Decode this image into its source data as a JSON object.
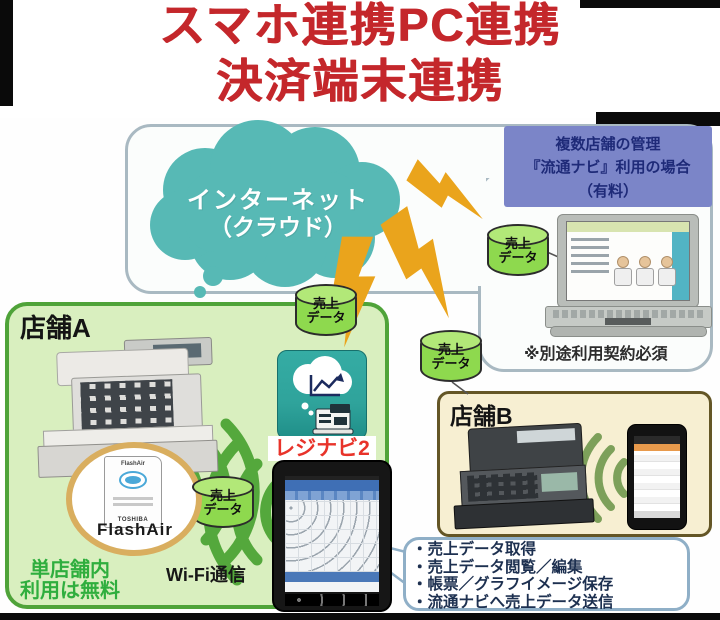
{
  "title": {
    "line1": "スマホ連携PC連携",
    "line2": "決済端末連携"
  },
  "cloud": {
    "line1": "インターネット",
    "line2": "（クラウド）"
  },
  "management_box": {
    "line1": "複数店舗の管理",
    "line2": "『流通ナビ』利用の場合",
    "line3": "（有料）"
  },
  "laptop_note": "※別途利用契約必須",
  "data_cylinder": {
    "line1": "売上",
    "line2": "データ"
  },
  "store_a": {
    "label": "店舗A",
    "app_label": "レジナビ2",
    "flashair_label": "FlashAir",
    "card_brand": "FlashAir",
    "card_maker": "TOSHIBA",
    "free_note_line1": "単店舗内",
    "free_note_line2": "利用は無料",
    "wifi_label": "Wi-Fi通信"
  },
  "store_b": {
    "label": "店舗B"
  },
  "features": {
    "items": [
      "・売上データ取得",
      "・売上データ閲覧／編集",
      "・帳票／グラフイメージ保存",
      "・流通ナビへ売上データ送信"
    ]
  },
  "colors": {
    "title-red": "#c4272b",
    "cloud-teal": "#57b9b5",
    "panel-border": "#a9b9c2",
    "storea-fill": "#d9efbf",
    "storea-border": "#4fa339",
    "storeb-fill": "#f7efd2",
    "storeb-border": "#645626",
    "mgmt-blue": "#7b85c8",
    "mgmt-text": "#1e2a78",
    "cyl-green": "#8ed94e",
    "cyl-green-top": "#b2e878",
    "bolt-orange": "#eaa41c",
    "wifi-green": "#54a83c",
    "wifi-olive": "#7da05a",
    "regnavi-teal": "#2fa39b",
    "regnavi-red": "#e8332a",
    "free-green": "#2fae3e",
    "bubble-border": "#8fafc7",
    "bullet-navy": "#1d3050",
    "callout-tan": "#d9ae5f"
  }
}
